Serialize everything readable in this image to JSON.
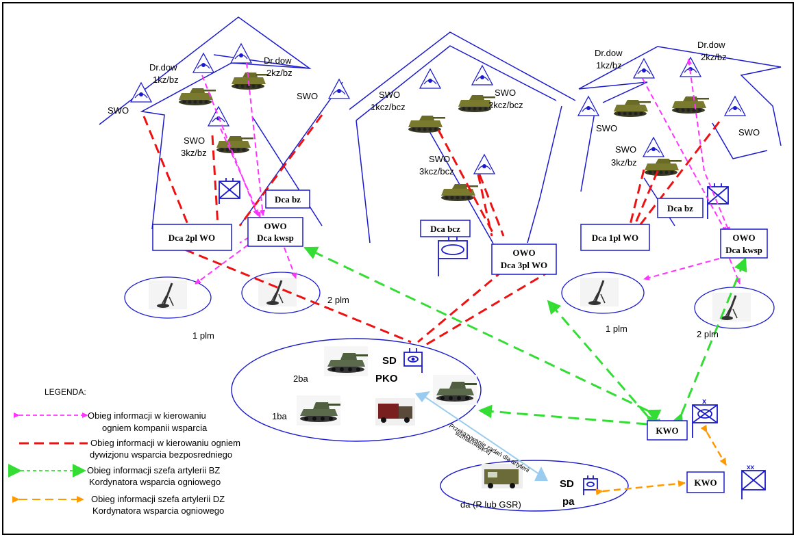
{
  "boxes": {
    "dca2pl": "Dca 2pl WO",
    "owo_left_1": "OWO",
    "owo_left_2": "Dca kwsp",
    "dcabz_left": "Dca bz",
    "dcabcz": "Dca bcz",
    "owo_mid_1": "OWO",
    "owo_mid_2": "Dca 3pl WO",
    "dca1pl": "Dca 1pl WO",
    "dcabz_right": "Dca bz",
    "owo_right_1": "OWO",
    "owo_right_2": "Dca kwsp",
    "kwo1": "KWO",
    "kwo2": "KWO"
  },
  "labels": {
    "drdow_1kz_a": "Dr.dow",
    "drdow_1kz_b": "1kz/bz",
    "drdow_2kz_a": "Dr.dow",
    "drdow_2kz_b": "2kz/bz",
    "swo_left": "SWO",
    "swo_3kz_a": "SWO",
    "swo_3kz_b": "3kz/bz",
    "swo_center_left": "SWO",
    "swo_1kcz_a": "SWO",
    "swo_1kcz_b": "1kcz/bcz",
    "swo_2kcz_a": "SWO",
    "swo_2kcz_b": "2kcz/bcz",
    "swo_3kcz_a": "SWO",
    "swo_3kcz_b": "3kcz/bcz",
    "r_drdow_1kz_a": "Dr.dow",
    "r_drdow_1kz_b": "1kz/bz",
    "r_drdow_2kz_a": "Dr.dow",
    "r_drdow_2kz_b": "2kz/bz",
    "r_swo_left": "SWO",
    "r_swo_right": "SWO",
    "r_swo_3kz_a": "SWO",
    "r_swo_3kz_b": "3kz/bz",
    "plm_2_left": "2 plm",
    "plm_1_left": "1 plm",
    "plm_1_right": "1 plm",
    "plm_2_right": "2 plm",
    "sd_pko_a": "SD",
    "sd_pko_b": "PKO",
    "ba2": "2ba",
    "ba1": "1ba",
    "sd_pa_a": "SD",
    "sd_pa_b": "pa",
    "da": "da (R lub GSR)",
    "przek_1": "Przekazywanie zadań dla artylerii",
    "przek_2": "wzmacniającej"
  },
  "legend": {
    "title": "LEGENDA:",
    "items": [
      {
        "line1": "Obieg informacji w kierowaniu",
        "line2": "ogniem kompanii wsparcia",
        "color": "#ff33ff"
      },
      {
        "line1": "Obieg informacji w kierowaniu ogniem",
        "line2": "dywizjonu wsparcia bezposredniego",
        "color": "#ee1111"
      },
      {
        "line1": "Obieg informacji szefa artylerii BZ",
        "line2": "Kordynatora wsparcia ogniowego",
        "color": "#33dd33"
      },
      {
        "line1": "Obieg informacji szefa artylerii DZ",
        "line2": "Kordynatora wsparcia ogniowego",
        "color": "#ff9900"
      }
    ]
  },
  "colors": {
    "blue": "#1a1acc",
    "magenta": "#ff33ff",
    "red": "#ee1111",
    "green": "#33dd33",
    "orange": "#ff9900",
    "lightblue": "#99ccee"
  }
}
